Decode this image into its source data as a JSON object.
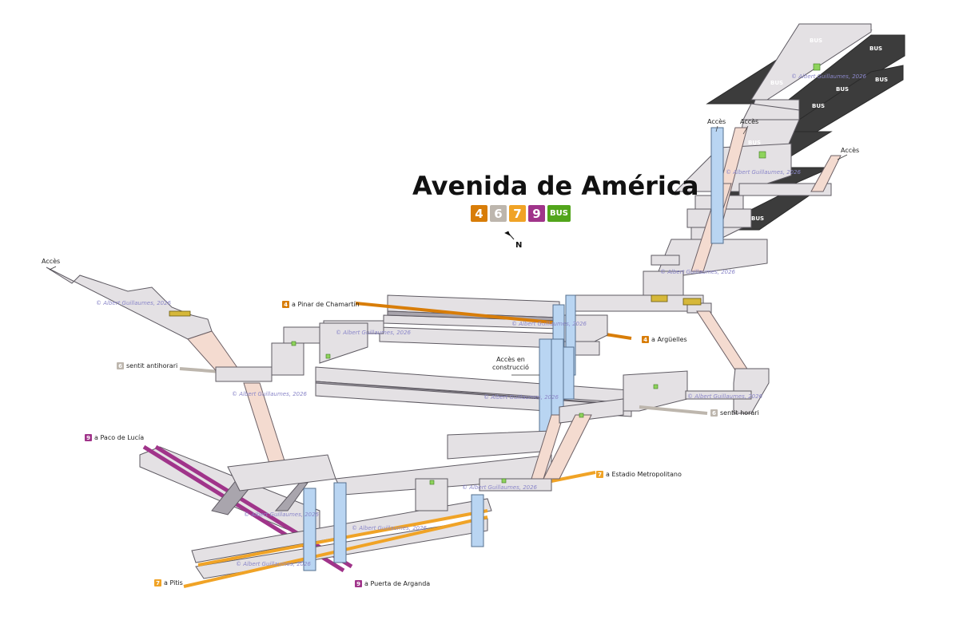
{
  "station": {
    "name": "Avenida de América",
    "lines": [
      {
        "label": "4",
        "color": "#d87d08"
      },
      {
        "label": "6",
        "color": "#bdb6ad"
      },
      {
        "label": "7",
        "color": "#f0a326"
      },
      {
        "label": "9",
        "color": "#a0348a"
      },
      {
        "label": "BUS",
        "color": "#52a51b"
      }
    ],
    "north_label": "N"
  },
  "colors": {
    "platform_top": "#e4e1e4",
    "platform_edge": "#7d7a80",
    "ramp": "#f4dbd0",
    "shaft": "#b9d5f2",
    "bus_bay": "#3c3c3c",
    "fare_gate": "#d6b83a",
    "ticket_machine": "#8ed35c"
  },
  "labels": {
    "acces_top_left": "Accès",
    "acces_top1": "Accès",
    "acces_top2": "Accès",
    "acces_right": "Accès",
    "acces_construction": "Accès en\nconstrucció",
    "l4_north": {
      "line": "4",
      "text": "a Pinar de Chamartín"
    },
    "l4_south": {
      "line": "4",
      "text": "a Argüelles"
    },
    "l6_anti": {
      "line": "6",
      "text": "sentit antihorari"
    },
    "l6_hor": {
      "line": "6",
      "text": "sentit horari"
    },
    "l9_north": {
      "line": "9",
      "text": "a Paco de Lucía"
    },
    "l9_south": {
      "line": "9",
      "text": "a Puerta de Arganda"
    },
    "l7_east": {
      "line": "7",
      "text": "a Estadio Metropolitano"
    },
    "l7_west": {
      "line": "7",
      "text": "a Pitis"
    }
  },
  "bus_label": "BUS",
  "watermark": "© Albert Guillaumes, 2026"
}
